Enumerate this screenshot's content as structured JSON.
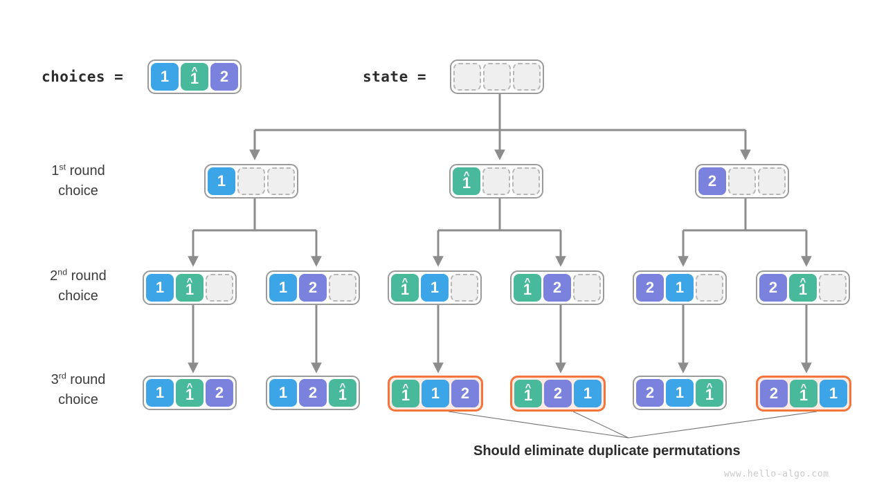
{
  "header": {
    "choices_label": "choices =",
    "state_label": "state ="
  },
  "rows": [
    {
      "line1_num": "1",
      "line1_sup": "st",
      "line1_rest": " round",
      "line2": "choice"
    },
    {
      "line1_num": "2",
      "line1_sup": "nd",
      "line1_rest": " round",
      "line2": "choice"
    },
    {
      "line1_num": "3",
      "line1_sup": "rd",
      "line1_rest": " round",
      "line2": "choice"
    }
  ],
  "cell_values": {
    "one": "1",
    "one_hat": "1",
    "caret": "^",
    "two": "2",
    "blank": ""
  },
  "colors": {
    "blue": "#3ca5e8",
    "green": "#49b99c",
    "purple": "#7b82dd",
    "empty": "#efefef",
    "highlight_border": "#f4743b",
    "highlight_fill": "#fdeae3",
    "box_border": "#9a9a9a",
    "wire": "#8c8c8c",
    "text": "#2b2b2b"
  },
  "choices_array": [
    {
      "value": "1",
      "color": "blue",
      "hat": false
    },
    {
      "value": "1",
      "color": "green",
      "hat": true
    },
    {
      "value": "2",
      "color": "purple",
      "hat": false
    }
  ],
  "state_array": [
    {
      "value": "",
      "color": "empty",
      "hat": false
    },
    {
      "value": "",
      "color": "empty",
      "hat": false
    },
    {
      "value": "",
      "color": "empty",
      "hat": false
    }
  ],
  "tree": {
    "round1": [
      {
        "id": "r1n1",
        "cells": [
          {
            "value": "1",
            "color": "blue",
            "hat": false
          },
          {
            "value": "",
            "color": "empty",
            "hat": false
          },
          {
            "value": "",
            "color": "empty",
            "hat": false
          }
        ],
        "highlighted": false
      },
      {
        "id": "r1n2",
        "cells": [
          {
            "value": "1",
            "color": "green",
            "hat": true
          },
          {
            "value": "",
            "color": "empty",
            "hat": false
          },
          {
            "value": "",
            "color": "empty",
            "hat": false
          }
        ],
        "highlighted": false
      },
      {
        "id": "r1n3",
        "cells": [
          {
            "value": "2",
            "color": "purple",
            "hat": false
          },
          {
            "value": "",
            "color": "empty",
            "hat": false
          },
          {
            "value": "",
            "color": "empty",
            "hat": false
          }
        ],
        "highlighted": false
      }
    ],
    "round2": [
      {
        "id": "r2n1",
        "cells": [
          {
            "value": "1",
            "color": "blue",
            "hat": false
          },
          {
            "value": "1",
            "color": "green",
            "hat": true
          },
          {
            "value": "",
            "color": "empty",
            "hat": false
          }
        ],
        "highlighted": false
      },
      {
        "id": "r2n2",
        "cells": [
          {
            "value": "1",
            "color": "blue",
            "hat": false
          },
          {
            "value": "2",
            "color": "purple",
            "hat": false
          },
          {
            "value": "",
            "color": "empty",
            "hat": false
          }
        ],
        "highlighted": false
      },
      {
        "id": "r2n3",
        "cells": [
          {
            "value": "1",
            "color": "green",
            "hat": true
          },
          {
            "value": "1",
            "color": "blue",
            "hat": false
          },
          {
            "value": "",
            "color": "empty",
            "hat": false
          }
        ],
        "highlighted": false
      },
      {
        "id": "r2n4",
        "cells": [
          {
            "value": "1",
            "color": "green",
            "hat": true
          },
          {
            "value": "2",
            "color": "purple",
            "hat": false
          },
          {
            "value": "",
            "color": "empty",
            "hat": false
          }
        ],
        "highlighted": false
      },
      {
        "id": "r2n5",
        "cells": [
          {
            "value": "2",
            "color": "purple",
            "hat": false
          },
          {
            "value": "1",
            "color": "blue",
            "hat": false
          },
          {
            "value": "",
            "color": "empty",
            "hat": false
          }
        ],
        "highlighted": false
      },
      {
        "id": "r2n6",
        "cells": [
          {
            "value": "2",
            "color": "purple",
            "hat": false
          },
          {
            "value": "1",
            "color": "green",
            "hat": true
          },
          {
            "value": "",
            "color": "empty",
            "hat": false
          }
        ],
        "highlighted": false
      }
    ],
    "round3": [
      {
        "id": "r3n1",
        "cells": [
          {
            "value": "1",
            "color": "blue",
            "hat": false
          },
          {
            "value": "1",
            "color": "green",
            "hat": true
          },
          {
            "value": "2",
            "color": "purple",
            "hat": false
          }
        ],
        "highlighted": false
      },
      {
        "id": "r3n2",
        "cells": [
          {
            "value": "1",
            "color": "blue",
            "hat": false
          },
          {
            "value": "2",
            "color": "purple",
            "hat": false
          },
          {
            "value": "1",
            "color": "green",
            "hat": true
          }
        ],
        "highlighted": false
      },
      {
        "id": "r3n3",
        "cells": [
          {
            "value": "1",
            "color": "green",
            "hat": true
          },
          {
            "value": "1",
            "color": "blue",
            "hat": false
          },
          {
            "value": "2",
            "color": "purple",
            "hat": false
          }
        ],
        "highlighted": true
      },
      {
        "id": "r3n4",
        "cells": [
          {
            "value": "1",
            "color": "green",
            "hat": true
          },
          {
            "value": "2",
            "color": "purple",
            "hat": false
          },
          {
            "value": "1",
            "color": "blue",
            "hat": false
          }
        ],
        "highlighted": true
      },
      {
        "id": "r3n5",
        "cells": [
          {
            "value": "2",
            "color": "purple",
            "hat": false
          },
          {
            "value": "1",
            "color": "blue",
            "hat": false
          },
          {
            "value": "1",
            "color": "green",
            "hat": true
          }
        ],
        "highlighted": false
      },
      {
        "id": "r3n6",
        "cells": [
          {
            "value": "2",
            "color": "purple",
            "hat": false
          },
          {
            "value": "1",
            "color": "green",
            "hat": true
          },
          {
            "value": "1",
            "color": "blue",
            "hat": false
          }
        ],
        "highlighted": true
      }
    ]
  },
  "caption": "Should eliminate duplicate permutations",
  "watermark": "www.hello-algo.com"
}
